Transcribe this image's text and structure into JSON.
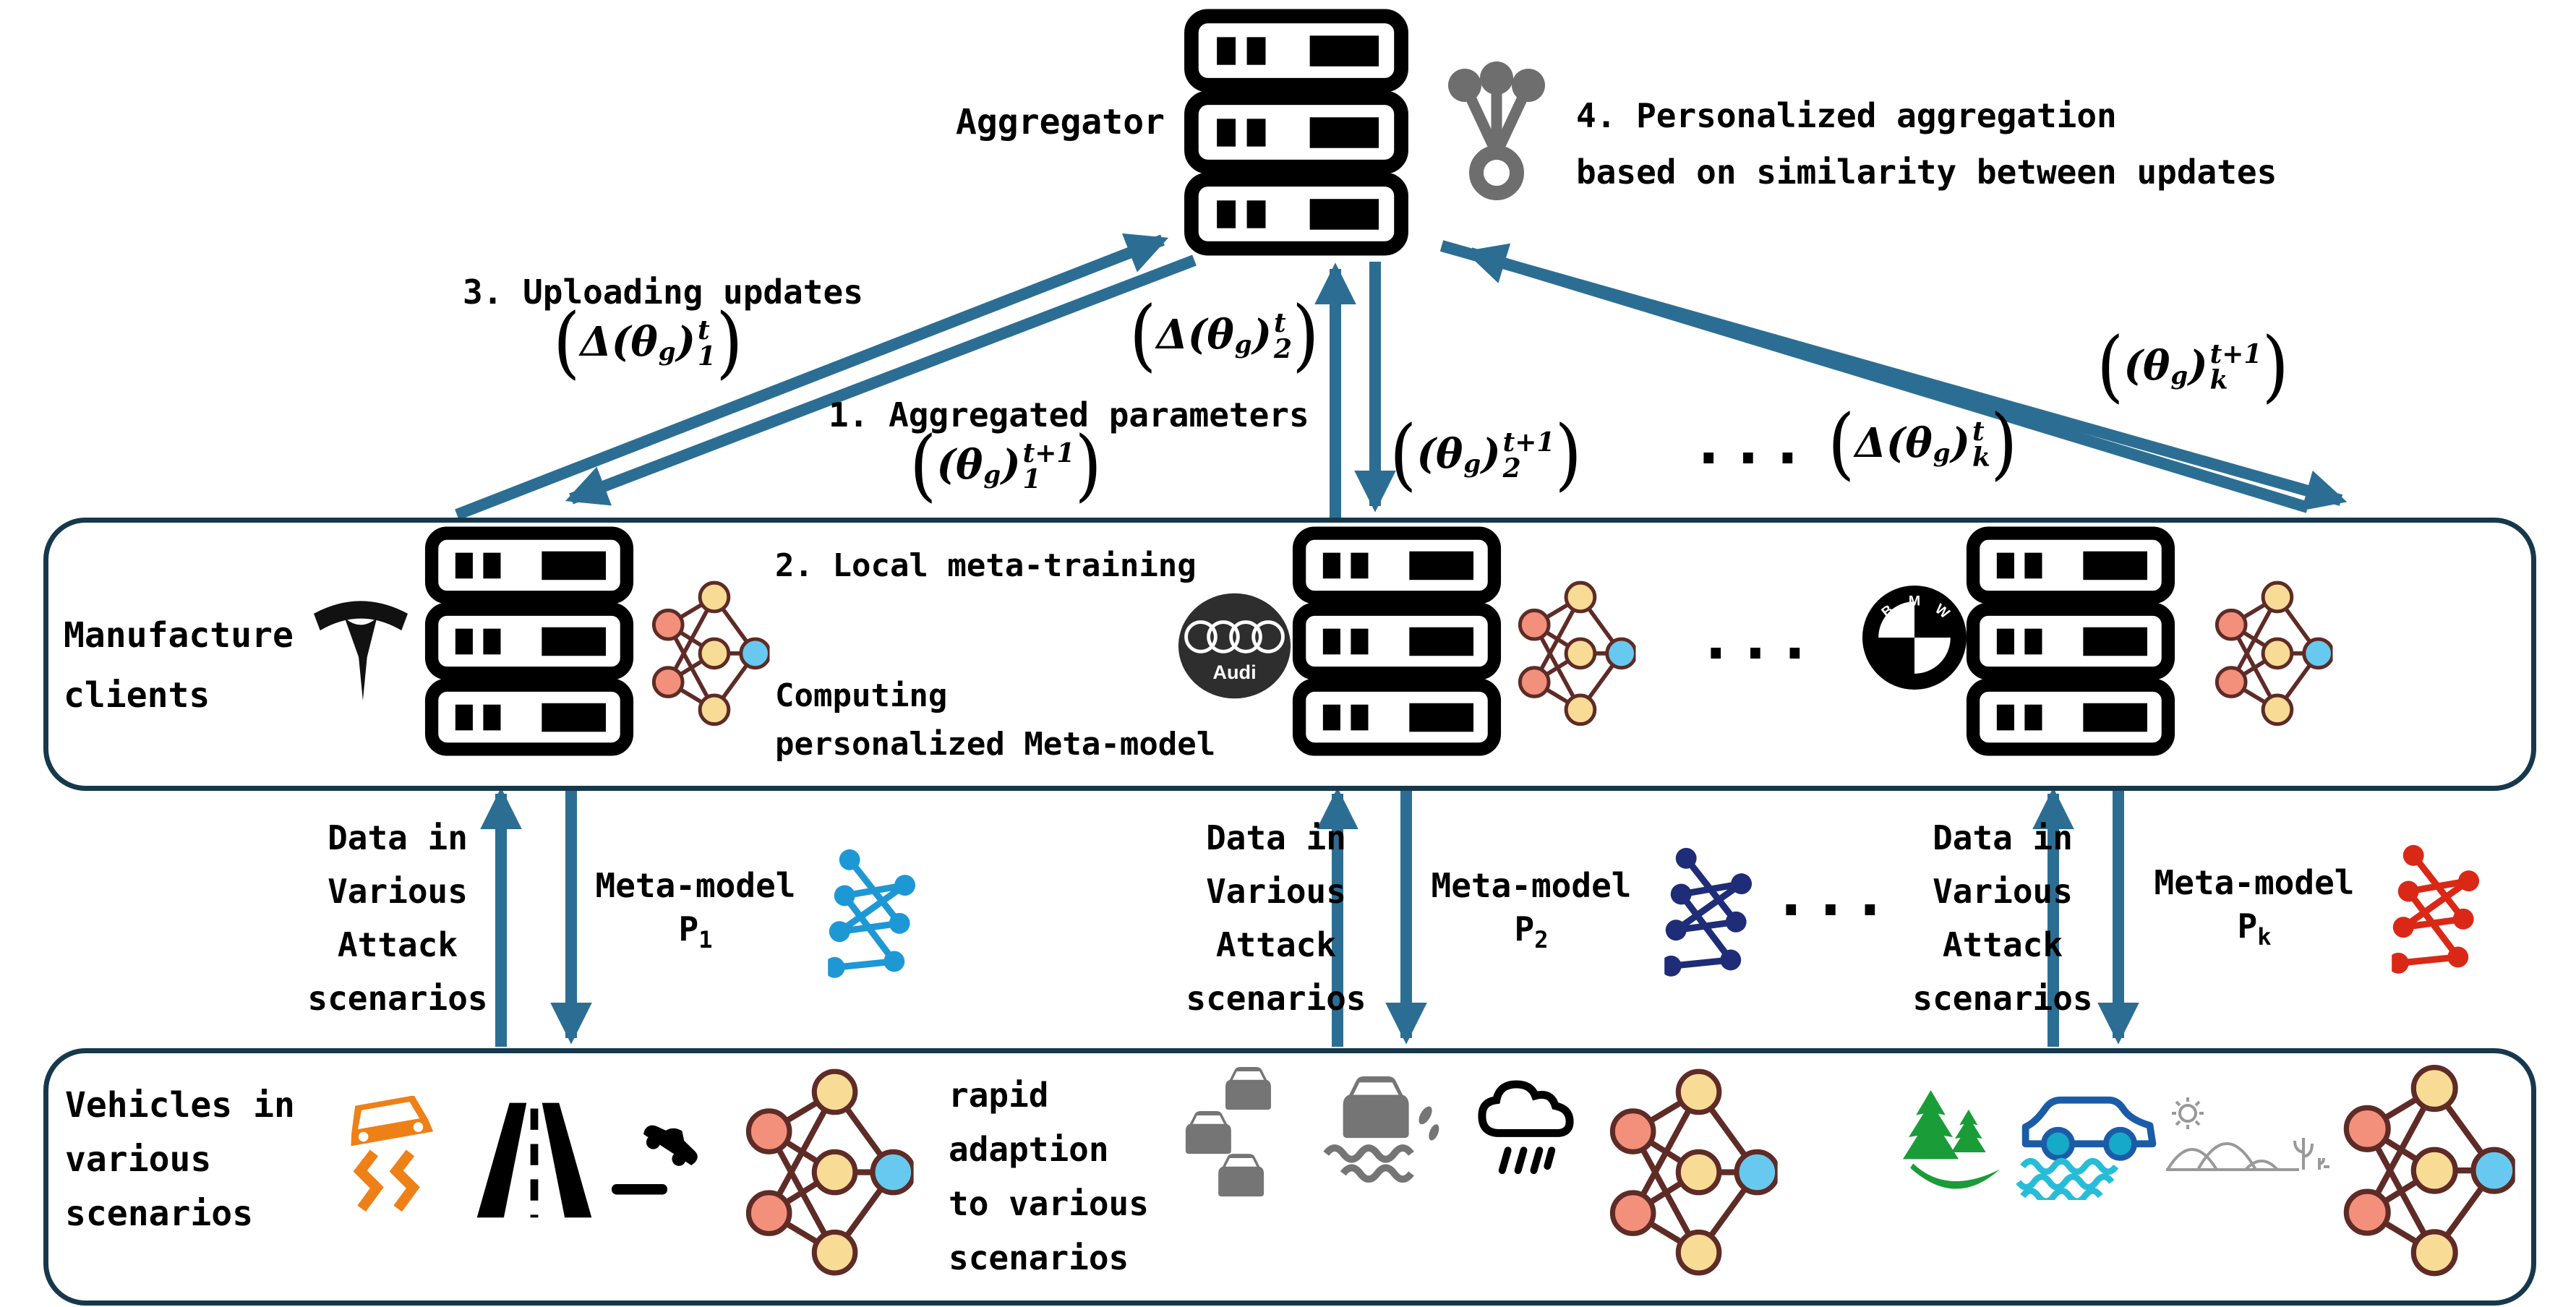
{
  "colors": {
    "arrow": "#2c6e93",
    "box_border": "#16384c",
    "nn_edge": "#5e2b26",
    "nn_salmon": "#f2907c",
    "nn_yellow": "#f8db94",
    "nn_blue": "#67c9ef",
    "meta_model_1": "#1e98d5",
    "meta_model_2": "#1f2d78",
    "meta_model_k": "#da2817",
    "merge_icon_gray": "#6e6e6e",
    "scenario_gray": "#757575",
    "skid_orange": "#ee8018",
    "forest_green": "#1a9c38",
    "wet_car_blue": "#1b5ca8",
    "wet_car_wheel": "#17a9c8",
    "wave_cyan": "#28bcd8",
    "desert_gray": "#999999"
  },
  "aggregator": {
    "label": "Aggregator"
  },
  "steps": {
    "step1": "1. Aggregated parameters",
    "step2": "2. Local meta-training",
    "step3": "3. Uploading updates",
    "step4_line1": "4. Personalized aggregation",
    "step4_line2": "based on similarity between updates",
    "computing_line1": "Computing",
    "computing_line2": "personalized Meta-model"
  },
  "formulas": {
    "upload1": {
      "open": "(",
      "pre": "Δ(",
      "theta": "θ",
      "theta_sub": "g",
      "mid": ")",
      "sup": "t",
      "sub": "1",
      "close": ")"
    },
    "upload2": {
      "open": "(",
      "pre": "Δ(",
      "theta": "θ",
      "theta_sub": "g",
      "mid": ")",
      "sup": "t",
      "sub": "2",
      "close": ")"
    },
    "uploadk": {
      "open": "(",
      "pre": "Δ(",
      "theta": "θ",
      "theta_sub": "g",
      "mid": ")",
      "sup": "t",
      "sub": "k",
      "close": ")"
    },
    "agg1": {
      "open": "(",
      "pre": "(",
      "theta": "θ",
      "theta_sub": "g",
      "mid": ")",
      "sup": "t+1",
      "sub": "1",
      "close": ")"
    },
    "agg2": {
      "open": "(",
      "pre": "(",
      "theta": "θ",
      "theta_sub": "g",
      "mid": ")",
      "sup": "t+1",
      "sub": "2",
      "close": ")"
    },
    "aggk": {
      "open": "(",
      "pre": "(",
      "theta": "θ",
      "theta_sub": "g",
      "mid": ")",
      "sup": "t+1",
      "sub": "k",
      "close": ")"
    }
  },
  "ellipsis": "...",
  "clients_box": {
    "label_line1": "Manufacture",
    "label_line2": "clients"
  },
  "attack_label": [
    "Data in",
    "Various",
    "Attack",
    "scenarios"
  ],
  "meta_model": {
    "label": "Meta-model",
    "symbol": "P",
    "subs": [
      "1",
      "2",
      "k"
    ]
  },
  "vehicles_box": {
    "label_lines": [
      "Vehicles in",
      "various",
      "scenarios"
    ],
    "adaption_lines": [
      "rapid",
      "adaption",
      "to various",
      "scenarios"
    ]
  },
  "logos": {
    "audi_text": "Audi",
    "bmw_letters": [
      "B",
      "M",
      "W"
    ]
  }
}
